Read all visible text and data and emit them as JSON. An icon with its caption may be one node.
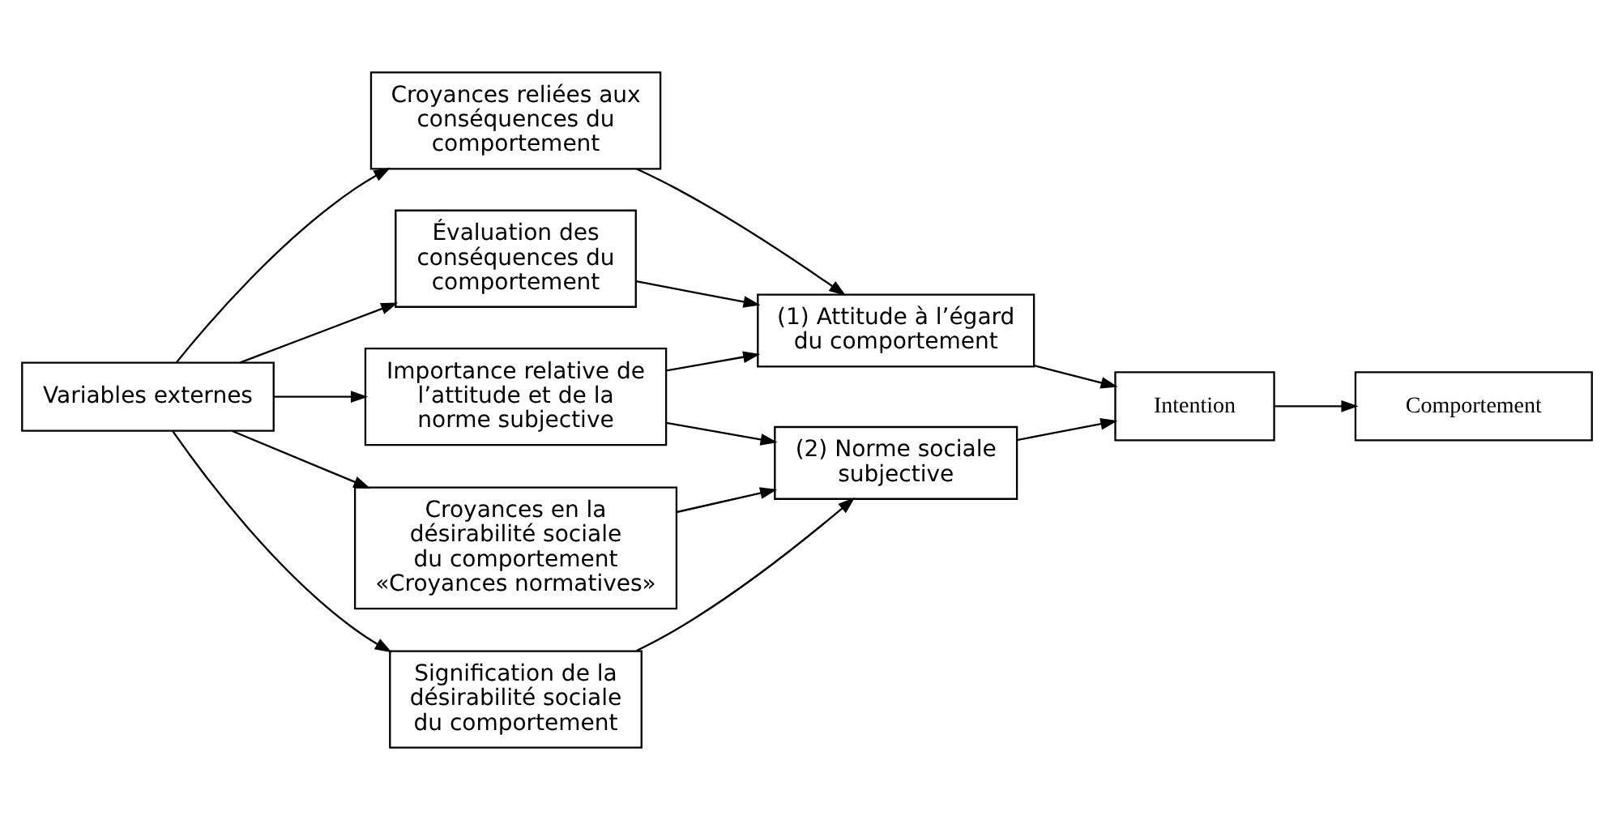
{
  "diagram": {
    "nodes": [
      {
        "text": [
          "Variables externes"
        ]
      },
      {
        "text": [
          "Croyances reliées aux conséquences du comportement"
        ]
      },
      {
        "text": [
          "Évaluation des conséquences du comportement"
        ]
      },
      {
        "text": [
          "(1) Attitude à l’égard du comportement"
        ]
      },
      {
        "text": [
          "Importance relative de l’attitude et de la norme subjective"
        ]
      },
      {
        "text": [
          "Intention"
        ]
      },
      {
        "text": [
          "Comportement"
        ]
      },
      {
        "text": [
          "Croyances en la désirabilité sociale du comportement «Croyances normatives»"
        ]
      },
      {
        "text": [
          "Signification de la désirabilité sociale du comportement"
        ]
      },
      {
        "text": [
          "(2) Norme sociale subjective"
        ]
      }
    ],
    "edges": [
      {
        "from": 0,
        "to": 1,
        "arrow": "to"
      },
      {
        "from": 0,
        "to": 2,
        "arrow": "to"
      },
      {
        "from": 0,
        "to": 4,
        "arrow": "to"
      },
      {
        "from": 0,
        "to": 7,
        "arrow": "to"
      },
      {
        "from": 0,
        "to": 8,
        "arrow": "to"
      },
      {
        "from": 1,
        "to": 3,
        "arrow": "to"
      },
      {
        "from": 2,
        "to": 3,
        "arrow": "to"
      },
      {
        "from": 4,
        "to": 3,
        "arrow": "to"
      },
      {
        "from": 4,
        "to": 9,
        "arrow": "to"
      },
      {
        "from": 3,
        "to": 5,
        "arrow": "to"
      },
      {
        "from": 9,
        "to": 5,
        "arrow": "to"
      },
      {
        "from": 5,
        "to": 6,
        "arrow": "to"
      },
      {
        "from": 7,
        "to": 9,
        "arrow": "to"
      },
      {
        "from": 8,
        "to": 9,
        "arrow": "to"
      }
    ]
  }
}
